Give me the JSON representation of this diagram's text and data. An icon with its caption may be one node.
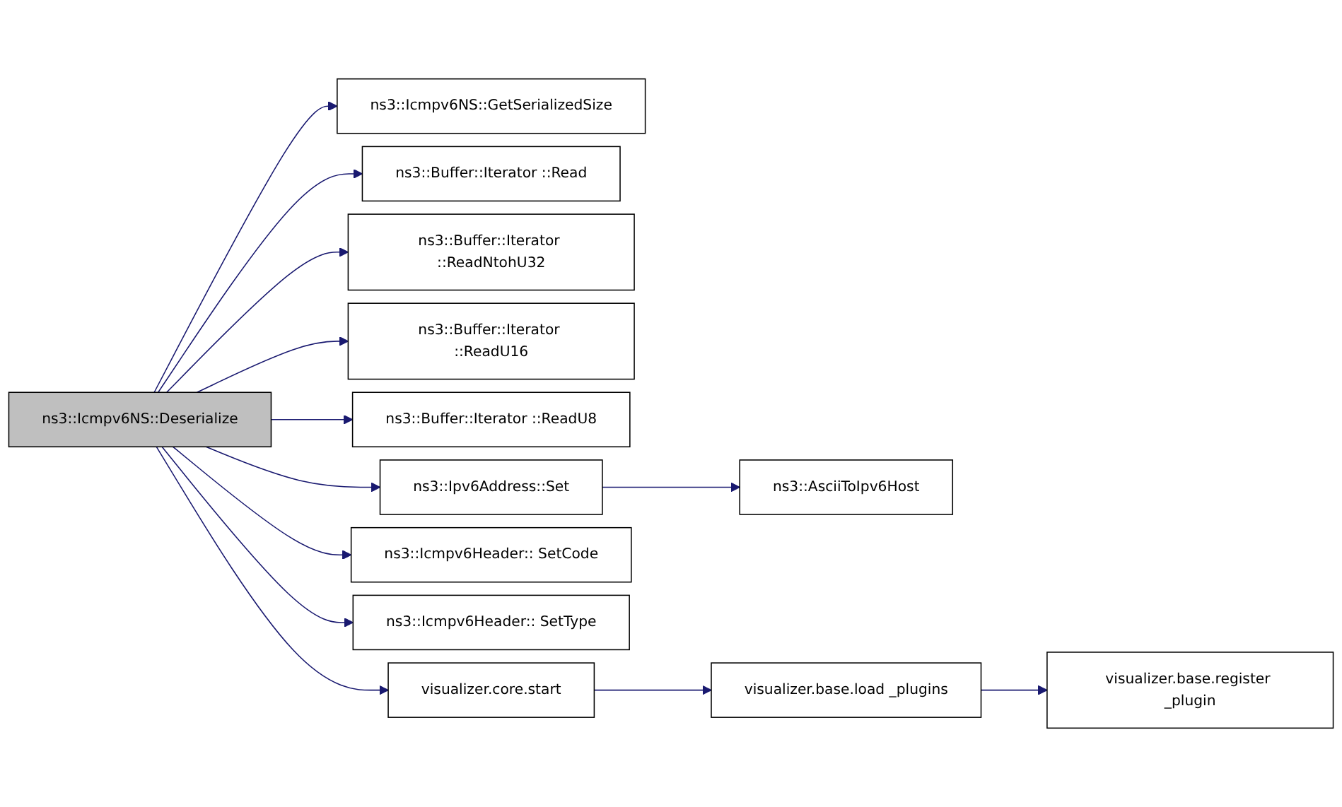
{
  "diagram": {
    "nodes": [
      {
        "text": [
          "ns3::Icmpv6NS::Deserialize"
        ]
      },
      {
        "text": [
          "ns3::Icmpv6NS::GetSerializedSize"
        ]
      },
      {
        "text": [
          "ns3::Buffer::Iterator ::Read"
        ]
      },
      {
        "text": [
          "ns3::Buffer::Iterator ::ReadNtohU32"
        ]
      },
      {
        "text": [
          "ns3::Buffer::Iterator ::ReadU16"
        ]
      },
      {
        "text": [
          "ns3::Buffer::Iterator ::ReadU8"
        ]
      },
      {
        "text": [
          "ns3::Ipv6Address::Set"
        ]
      },
      {
        "text": [
          "ns3::AsciiToIpv6Host"
        ]
      },
      {
        "text": [
          "ns3::Icmpv6Header:: SetCode"
        ]
      },
      {
        "text": [
          "ns3::Icmpv6Header:: SetType"
        ]
      },
      {
        "text": [
          "visualizer.core.start"
        ]
      },
      {
        "text": [
          "visualizer.base.load _plugins"
        ]
      },
      {
        "text": [
          "visualizer.base.register _plugin"
        ]
      }
    ],
    "edges": [
      {
        "from": 0,
        "to": 1,
        "arrow": "to"
      },
      {
        "from": 0,
        "to": 2,
        "arrow": "to"
      },
      {
        "from": 0,
        "to": 3,
        "arrow": "to"
      },
      {
        "from": 0,
        "to": 4,
        "arrow": "to"
      },
      {
        "from": 0,
        "to": 5,
        "arrow": "to"
      },
      {
        "from": 0,
        "to": 6,
        "arrow": "to"
      },
      {
        "from": 0,
        "to": 8,
        "arrow": "to"
      },
      {
        "from": 0,
        "to": 9,
        "arrow": "to"
      },
      {
        "from": 0,
        "to": 10,
        "arrow": "to"
      },
      {
        "from": 6,
        "to": 7,
        "arrow": "to"
      },
      {
        "from": 10,
        "to": 11,
        "arrow": "to"
      },
      {
        "from": 11,
        "to": 12,
        "arrow": "to"
      }
    ]
  }
}
